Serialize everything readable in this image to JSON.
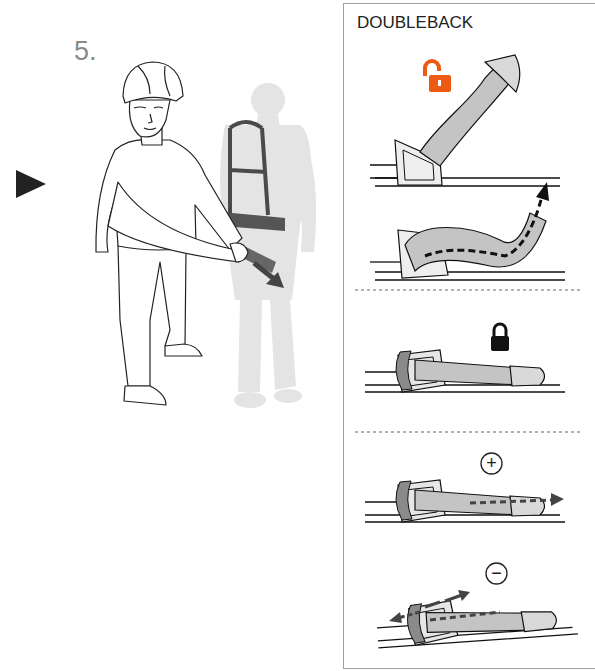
{
  "diagram": {
    "nodes": [
      {
        "text": [
          "DOUBLEBACK"
        ]
      },
      {
        "text": [
          "+"
        ],
        "in": 0
      },
      {
        "text": [
          "−"
        ],
        "in": 0
      }
    ],
    "labels": [
      "5."
    ]
  }
}
